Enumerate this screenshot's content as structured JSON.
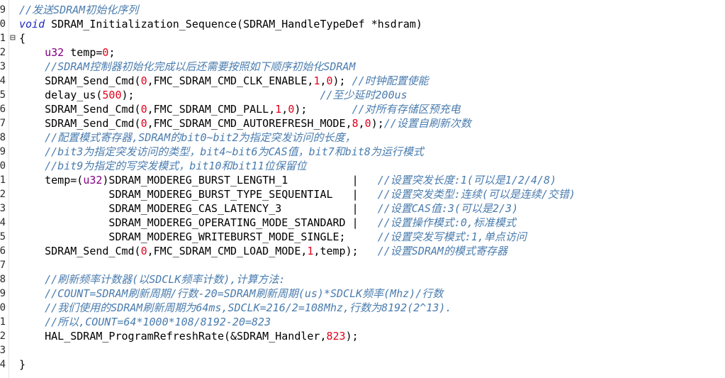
{
  "lines": [
    {
      "num": "9",
      "fold": "",
      "tokens": [
        [
          "c",
          "//发送SDRAM初始化序列"
        ]
      ]
    },
    {
      "num": "0",
      "fold": "",
      "tokens": [
        [
          "k",
          "void"
        ],
        [
          "p",
          " SDRAM_Initialization_Sequence(SDRAM_HandleTypeDef *hsdram)"
        ]
      ]
    },
    {
      "num": "1",
      "fold": "⊟",
      "tokens": [
        [
          "p",
          "{"
        ]
      ]
    },
    {
      "num": "2",
      "fold": "",
      "tokens": [
        [
          "p",
          "    "
        ],
        [
          "t",
          "u32"
        ],
        [
          "p",
          " temp="
        ],
        [
          "n",
          "0"
        ],
        [
          "p",
          ";"
        ]
      ]
    },
    {
      "num": "3",
      "fold": "",
      "tokens": [
        [
          "p",
          "    "
        ],
        [
          "c",
          "//SDRAM控制器初始化完成以后还需要按照如下顺序初始化SDRAM"
        ]
      ]
    },
    {
      "num": "4",
      "fold": "",
      "tokens": [
        [
          "p",
          "    SDRAM_Send_Cmd("
        ],
        [
          "n",
          "0"
        ],
        [
          "p",
          ",FMC_SDRAM_CMD_CLK_ENABLE,"
        ],
        [
          "n",
          "1"
        ],
        [
          "p",
          ","
        ],
        [
          "n",
          "0"
        ],
        [
          "p",
          "); "
        ],
        [
          "c",
          "//时钟配置使能"
        ]
      ]
    },
    {
      "num": "5",
      "fold": "",
      "tokens": [
        [
          "p",
          "    delay_us("
        ],
        [
          "n",
          "500"
        ],
        [
          "p",
          ");                             "
        ],
        [
          "c",
          "//至少延时200us"
        ]
      ]
    },
    {
      "num": "6",
      "fold": "",
      "tokens": [
        [
          "p",
          "    SDRAM_Send_Cmd("
        ],
        [
          "n",
          "0"
        ],
        [
          "p",
          ",FMC_SDRAM_CMD_PALL,"
        ],
        [
          "n",
          "1"
        ],
        [
          "p",
          ","
        ],
        [
          "n",
          "0"
        ],
        [
          "p",
          ");       "
        ],
        [
          "c",
          "//对所有存储区预充电"
        ]
      ]
    },
    {
      "num": "7",
      "fold": "",
      "tokens": [
        [
          "p",
          "    SDRAM_Send_Cmd("
        ],
        [
          "n",
          "0"
        ],
        [
          "p",
          ",FMC_SDRAM_CMD_AUTOREFRESH_MODE,"
        ],
        [
          "n",
          "8"
        ],
        [
          "p",
          ","
        ],
        [
          "n",
          "0"
        ],
        [
          "p",
          ");"
        ],
        [
          "c",
          "//设置自刷新次数"
        ]
      ]
    },
    {
      "num": "8",
      "fold": "",
      "tokens": [
        [
          "p",
          "    "
        ],
        [
          "c",
          "//配置模式寄存器,SDRAM的bit0~bit2为指定突发访问的长度，"
        ]
      ]
    },
    {
      "num": "9",
      "fold": "",
      "tokens": [
        [
          "p",
          "    "
        ],
        [
          "c",
          "//bit3为指定突发访问的类型，bit4~bit6为CAS值，bit7和bit8为运行模式"
        ]
      ]
    },
    {
      "num": "0",
      "fold": "",
      "tokens": [
        [
          "p",
          "    "
        ],
        [
          "c",
          "//bit9为指定的写突发模式，bit10和bit11位保留位"
        ]
      ]
    },
    {
      "num": "1",
      "fold": "",
      "tokens": [
        [
          "p",
          "    temp=("
        ],
        [
          "t",
          "u32"
        ],
        [
          "p",
          ")SDRAM_MODEREG_BURST_LENGTH_1          |   "
        ],
        [
          "c",
          "//设置突发长度:1(可以是1/2/4/8)"
        ]
      ]
    },
    {
      "num": "2",
      "fold": "",
      "tokens": [
        [
          "p",
          "              SDRAM_MODEREG_BURST_TYPE_SEQUENTIAL   |   "
        ],
        [
          "c",
          "//设置突发类型:连续(可以是连续/交错)"
        ]
      ]
    },
    {
      "num": "3",
      "fold": "",
      "tokens": [
        [
          "p",
          "              SDRAM_MODEREG_CAS_LATENCY_3           |   "
        ],
        [
          "c",
          "//设置CAS值:3(可以是2/3)"
        ]
      ]
    },
    {
      "num": "4",
      "fold": "",
      "tokens": [
        [
          "p",
          "              SDRAM_MODEREG_OPERATING_MODE_STANDARD |   "
        ],
        [
          "c",
          "//设置操作模式:0,标准模式"
        ]
      ]
    },
    {
      "num": "5",
      "fold": "",
      "tokens": [
        [
          "p",
          "              SDRAM_MODEREG_WRITEBURST_MODE_SINGLE;     "
        ],
        [
          "c",
          "//设置突发写模式:1,单点访问"
        ]
      ]
    },
    {
      "num": "6",
      "fold": "",
      "tokens": [
        [
          "p",
          "    SDRAM_Send_Cmd("
        ],
        [
          "n",
          "0"
        ],
        [
          "p",
          ",FMC_SDRAM_CMD_LOAD_MODE,"
        ],
        [
          "n",
          "1"
        ],
        [
          "p",
          ",temp);   "
        ],
        [
          "c",
          "//设置SDRAM的模式寄存器"
        ]
      ]
    },
    {
      "num": "7",
      "fold": "",
      "tokens": []
    },
    {
      "num": "8",
      "fold": "",
      "tokens": [
        [
          "p",
          "    "
        ],
        [
          "c",
          "//刷新频率计数器(以SDCLK频率计数),计算方法:"
        ]
      ]
    },
    {
      "num": "9",
      "fold": "",
      "tokens": [
        [
          "p",
          "    "
        ],
        [
          "c",
          "//COUNT=SDRAM刷新周期/行数-20=SDRAM刷新周期(us)*SDCLK频率(Mhz)/行数"
        ]
      ]
    },
    {
      "num": "0",
      "fold": "",
      "tokens": [
        [
          "p",
          "    "
        ],
        [
          "c",
          "//我们使用的SDRAM刷新周期为64ms,SDCLK=216/2=108Mhz,行数为8192(2^13)."
        ]
      ]
    },
    {
      "num": "1",
      "fold": "",
      "tokens": [
        [
          "p",
          "    "
        ],
        [
          "c",
          "//所以,COUNT=64*1000*108/8192-20=823"
        ]
      ]
    },
    {
      "num": "2",
      "fold": "",
      "tokens": [
        [
          "p",
          "    HAL_SDRAM_ProgramRefreshRate(&SDRAM_Handler,"
        ],
        [
          "n",
          "823"
        ],
        [
          "p",
          ");"
        ]
      ]
    },
    {
      "num": "3",
      "fold": "",
      "tokens": []
    },
    {
      "num": "4",
      "fold": "",
      "tokens": [
        [
          "p",
          "}"
        ]
      ]
    }
  ]
}
